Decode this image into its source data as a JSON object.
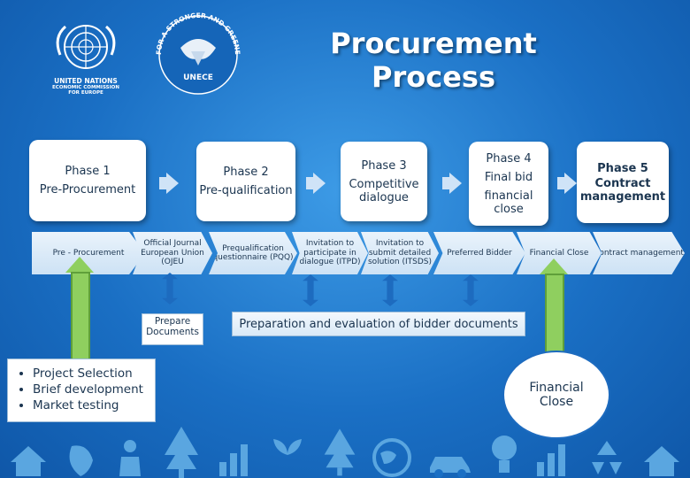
{
  "header": {
    "title": "Procurement Process",
    "un_logo": {
      "line1": "UNITED NATIONS",
      "line2": "ECONOMIC COMMISSION",
      "line3": "FOR EUROPE"
    },
    "unece_logo": {
      "ring_text": "FOR A STRONGER AND GREENER ECONOMY",
      "label": "UNECE"
    }
  },
  "phases": [
    {
      "title": "Phase 1",
      "subtitle": "Pre-Procurement"
    },
    {
      "title": "Phase 2",
      "subtitle": "Pre-qualification"
    },
    {
      "title": "Phase 3",
      "subtitle": "Competitive dialogue"
    },
    {
      "title": "Phase 4",
      "subtitle": "Final bid",
      "subtitle2": "financial close"
    },
    {
      "title": "Phase 5",
      "subtitle": "Contract management"
    }
  ],
  "steps": [
    "Pre - Procurement",
    "Official Journal European Union (OJEU",
    "Prequalification questionnaire (PQQ)",
    "Invitation to participate in dialogue (ITPD)",
    "Invitation to submit detailed solution (ITSDS)",
    "Preferred Bidder",
    "Financial Close",
    "Contract management"
  ],
  "callouts": {
    "prepare": "Prepare Documents",
    "preparation": "Preparation and evaluation of bidder documents",
    "financial_close": "Financial Close"
  },
  "bullets": [
    "Project Selection",
    "Brief development",
    "Market testing"
  ],
  "bottom_icons": [
    "house-icon",
    "leaf-icon",
    "person-icon",
    "tree-icon",
    "bar-chart-icon",
    "seedling-icon",
    "tree-icon",
    "globe-icon",
    "car-icon",
    "lightbulb-icon",
    "bar-chart-icon",
    "recycle-icon",
    "house-icon"
  ]
}
